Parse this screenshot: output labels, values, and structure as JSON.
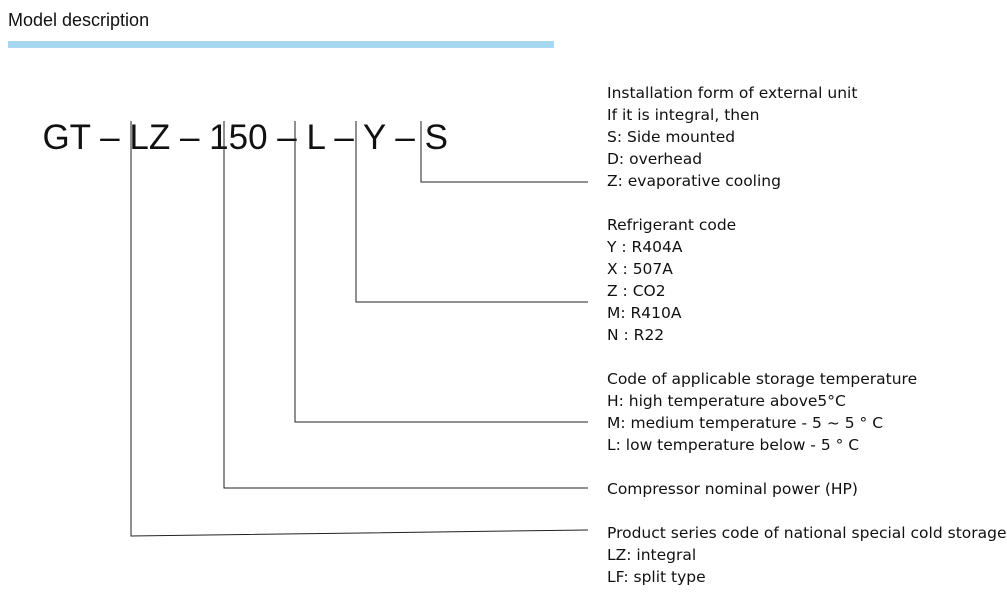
{
  "header": {
    "title": "Model description",
    "accent_color": "#a8d8f0"
  },
  "model_code": {
    "parts": [
      "GT",
      " – ",
      "LZ",
      " – ",
      "150",
      " – ",
      "L",
      " – ",
      "Y",
      " – ",
      "S"
    ]
  },
  "descriptions": {
    "installation": {
      "lines": [
        "Installation form of external unit",
        "If it is integral, then",
        "S: Side mounted",
        "D: overhead",
        "Z: evaporative cooling"
      ]
    },
    "refrigerant": {
      "lines": [
        "Refrigerant code",
        "Y : R404A",
        "X : 507A",
        "Z : CO2",
        "M: R410A",
        "N : R22"
      ]
    },
    "temperature": {
      "lines": [
        "Code of applicable storage temperature",
        "H: high temperature above5°C",
        "M: medium temperature - 5 ~ 5 ° C",
        "L: low temperature below - 5 ° C"
      ]
    },
    "power": {
      "lines": [
        "Compressor nominal power (HP)"
      ]
    },
    "series": {
      "lines": [
        "Product series code of national special cold storage",
        "LZ: integral",
        "LF: split type"
      ]
    }
  }
}
